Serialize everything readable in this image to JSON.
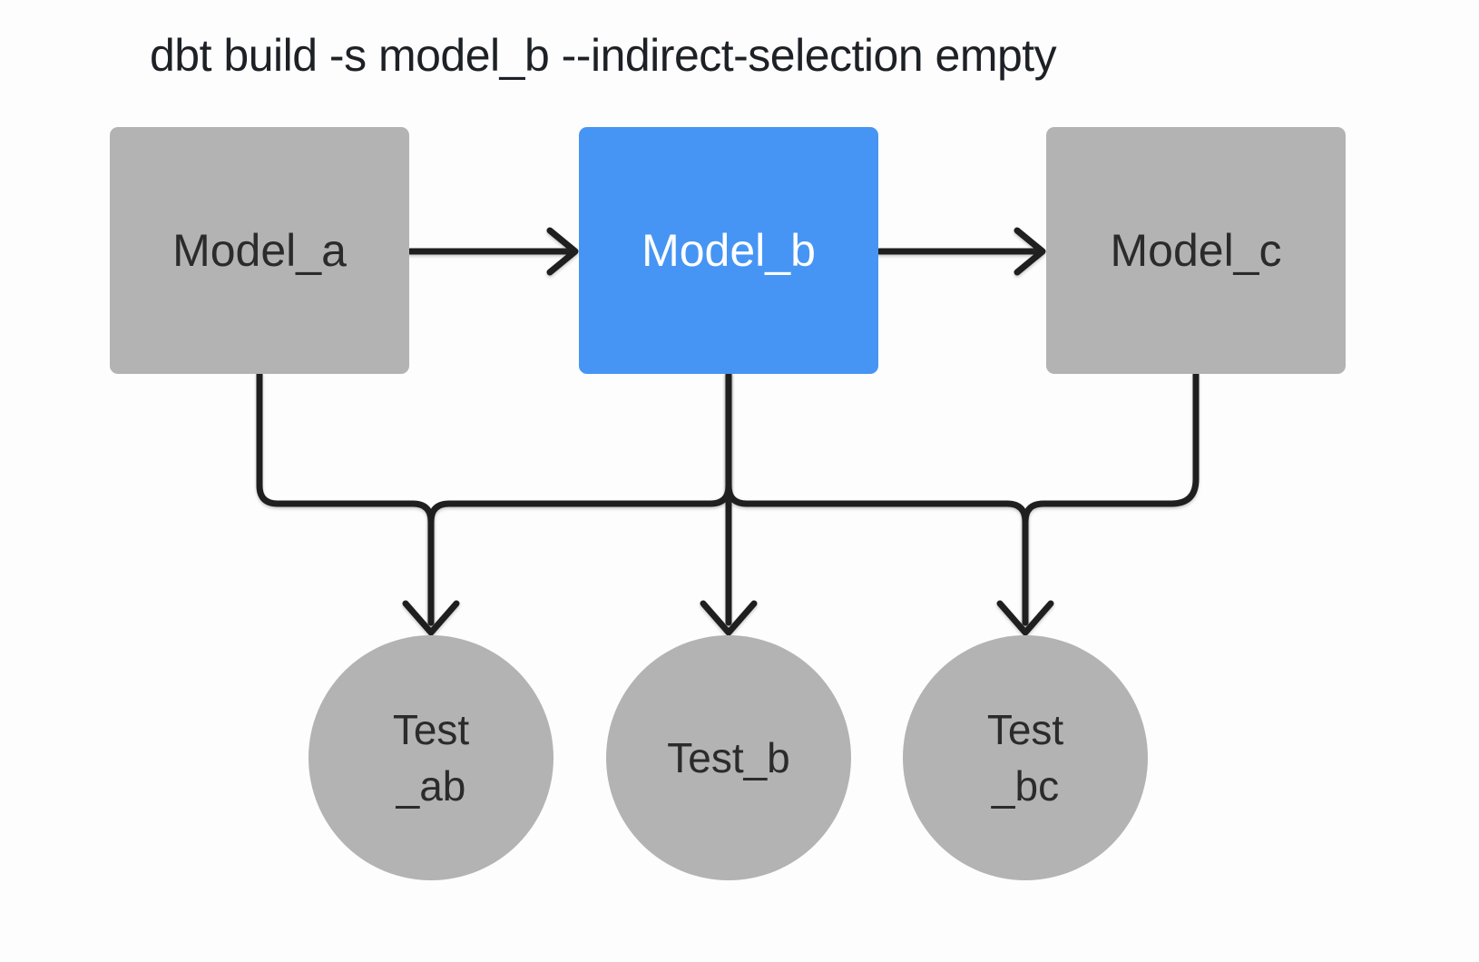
{
  "title": "dbt build -s model_b --indirect-selection empty",
  "colors": {
    "background": "#fdfdfd",
    "node_gray": "#b3b3b3",
    "node_blue": "#4695f4",
    "line": "#1f1f1f",
    "text_dark": "#2b2b2b",
    "text_light": "#ffffff",
    "title_color": "#1d2126"
  },
  "diagram": {
    "models": [
      {
        "id": "model_a",
        "label": "Model_a",
        "selected": false
      },
      {
        "id": "model_b",
        "label": "Model_b",
        "selected": true
      },
      {
        "id": "model_c",
        "label": "Model_c",
        "selected": false
      }
    ],
    "tests": [
      {
        "id": "test_ab",
        "label_lines": [
          "Test",
          "_ab"
        ]
      },
      {
        "id": "test_b",
        "label_lines": [
          "Test_b"
        ]
      },
      {
        "id": "test_bc",
        "label_lines": [
          "Test",
          "_bc"
        ]
      }
    ],
    "edges": [
      {
        "from": "model_a",
        "to": "model_b"
      },
      {
        "from": "model_b",
        "to": "model_c"
      },
      {
        "from": "model_a",
        "to": "test_ab"
      },
      {
        "from": "model_b",
        "to": "test_ab"
      },
      {
        "from": "model_b",
        "to": "test_b"
      },
      {
        "from": "model_b",
        "to": "test_bc"
      },
      {
        "from": "model_c",
        "to": "test_bc"
      }
    ]
  }
}
